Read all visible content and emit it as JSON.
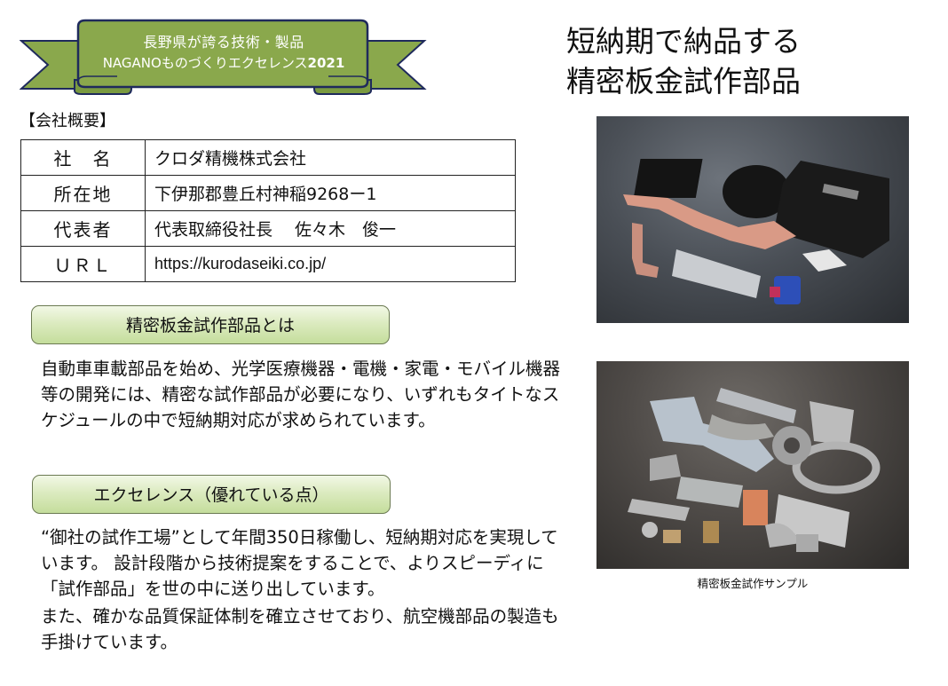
{
  "banner": {
    "line1": "長野県が誇る技術・製品",
    "line2_prefix": "NAGANOものづくりエクセレンス",
    "line2_year": "2021",
    "fill_color": "#8aa84c",
    "outline_color": "#1f2a5c"
  },
  "headline": {
    "line1": "短納期で納品する",
    "line2": "精密板金試作部品"
  },
  "company": {
    "heading": "【会社概要】",
    "rows": [
      {
        "label": "社　名",
        "value": "クロダ精機株式会社"
      },
      {
        "label": "所在地",
        "value": "下伊那郡豊丘村神稲9268ー1"
      },
      {
        "label": "代表者",
        "value": "代表取締役社長　 佐々木　俊一"
      },
      {
        "label": "ＵＲＬ",
        "value": "https://kurodaseiki.co.jp/"
      }
    ]
  },
  "section1": {
    "title": "精密板金試作部品とは",
    "body": "自動車車載部品を始め、光学医療機器・電機・家電・モバイル機器等の開発には、精密な試作部品が必要になり、いずれもタイトなスケジュールの中で短納期対応が求められています。"
  },
  "section2": {
    "title": "エクセレンス（優れている点）",
    "body_lines": [
      "“御社の試作工場”として年間350日稼働し、短納期対応を実現しています。 設計段階から技術提案をすることで、よりスピーディに「試作部品」を世の中に送り出しています。",
      "また、確かな品質保証体制を確立させており、航空機部品の製造も手掛けています。"
    ]
  },
  "photos": {
    "photo1_alt": "電子部品・板金部品の写真（黒色コネクタ、銅製バスバー、制御基板ケース、青色コネクタ）",
    "photo2_alt": "精密板金試作部品の写真",
    "caption": "精密板金試作サンプル"
  }
}
